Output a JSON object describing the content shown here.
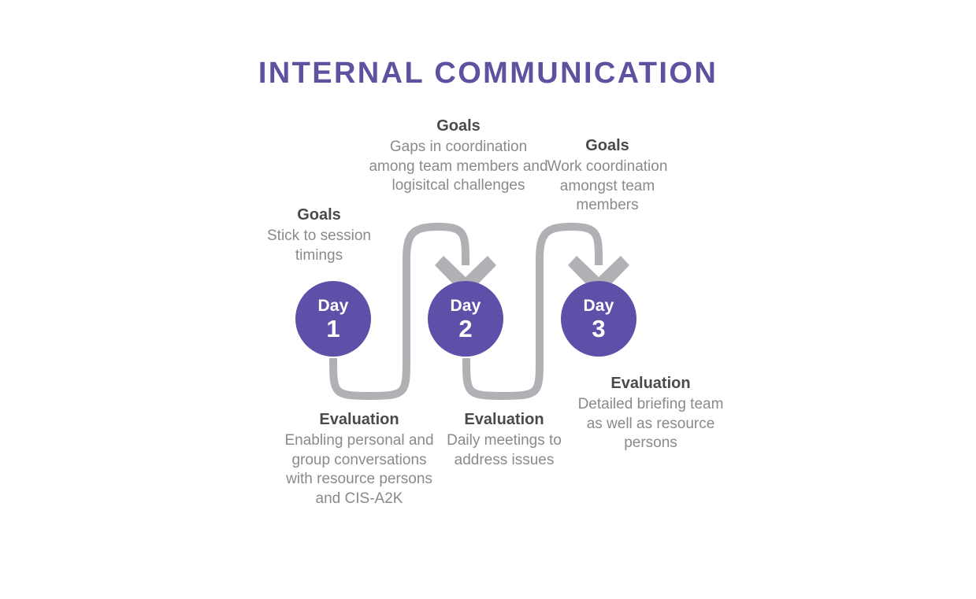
{
  "title": "INTERNAL COMMUNICATION",
  "colors": {
    "title": "#5d52a0",
    "node_fill": "#5d50a8",
    "node_text": "#ffffff",
    "connector": "#b1b1b5",
    "heading": "#4a4a4a",
    "body": "#8a8a8a",
    "background": "#ffffff"
  },
  "labels": {
    "goals": "Goals",
    "evaluation": "Evaluation",
    "day_word": "Day"
  },
  "nodes": [
    {
      "id": "day-1",
      "day_word": "Day",
      "number": "1",
      "goals": {
        "heading": "Goals",
        "text": "Stick to session timings"
      },
      "evaluation": {
        "heading": "Evaluation",
        "text": "Enabling personal and group conversations with resource persons and CIS-A2K"
      }
    },
    {
      "id": "day-2",
      "day_word": "Day",
      "number": "2",
      "goals": {
        "heading": "Goals",
        "text": "Gaps in coordination among team members and logisitcal challenges"
      },
      "evaluation": {
        "heading": "Evaluation",
        "text": "Daily meetings to address issues"
      }
    },
    {
      "id": "day-3",
      "day_word": "Day",
      "number": "3",
      "goals": {
        "heading": "Goals",
        "text": "Work coordination amongst team members"
      },
      "evaluation": {
        "heading": "Evaluation",
        "text": "Detailed briefing team as well as resource persons"
      }
    }
  ]
}
